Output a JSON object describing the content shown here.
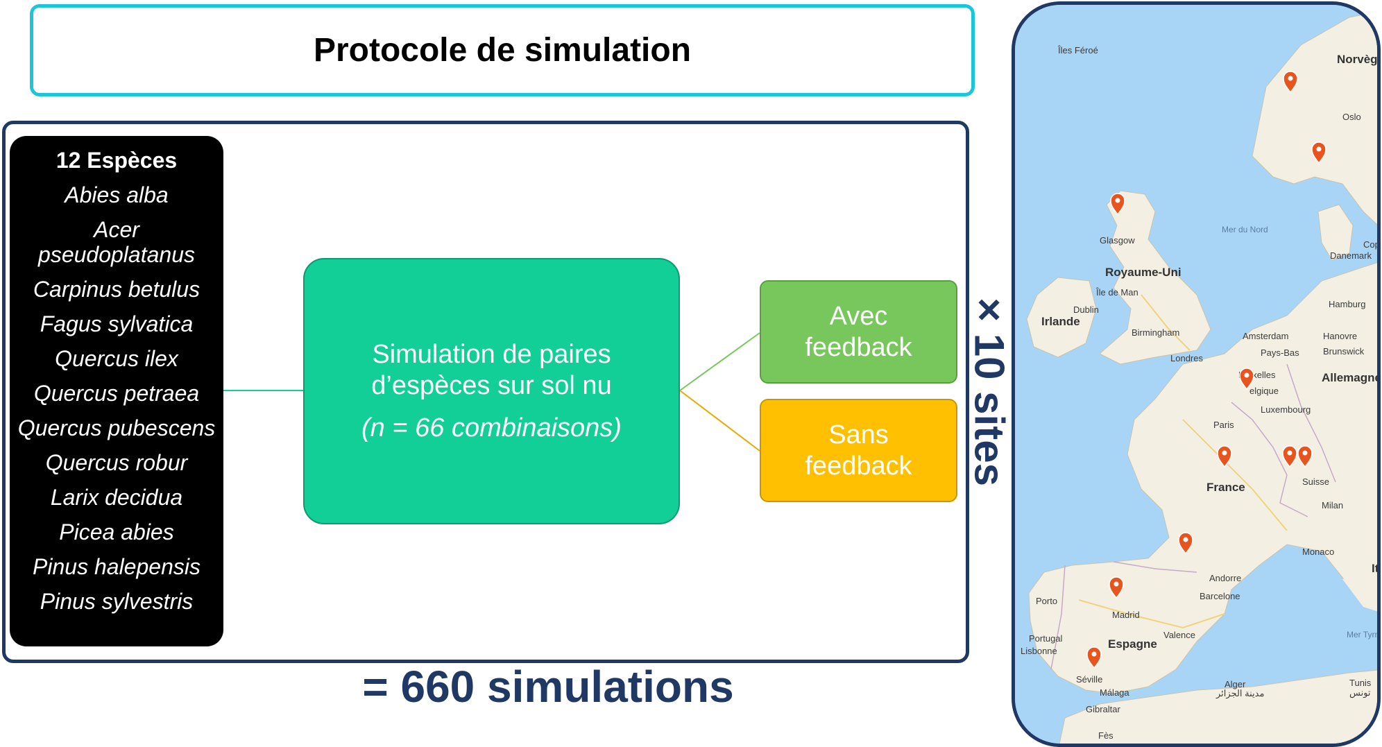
{
  "title": "Protocole de simulation",
  "species": {
    "header": "12 Espèces",
    "items": [
      "Abies alba",
      "Acer pseudoplatanus",
      "Carpinus betulus",
      "Fagus sylvatica",
      "Quercus ilex",
      "Quercus petraea",
      "Quercus pubescens",
      "Quercus robur",
      "Larix decidua",
      "Picea abies",
      "Pinus halepensis",
      "Pinus sylvestris"
    ]
  },
  "simulation": {
    "line1": "Simulation de paires d’espèces sur sol nu",
    "line2": "(n = 66 combinaisons)"
  },
  "options": {
    "avec": "Avec feedback",
    "sans": "Sans feedback"
  },
  "multiplier": "× 10 sites",
  "total": "= 660 simulations",
  "map": {
    "labels": {
      "iles_feroe": "Îles Féroé",
      "norvege": "Norvège",
      "oslo": "Oslo",
      "glasgow": "Glasgow",
      "mer_du_nord": "Mer du Nord",
      "cope": "Cope",
      "danemark": "Danemark",
      "royaume_uni": "Royaume-Uni",
      "ile_de_man": "Île de Man",
      "dublin": "Dublin",
      "irlande": "Irlande",
      "hamburg": "Hamburg",
      "birmingham": "Birmingham",
      "amsterdam": "Amsterdam",
      "hanovre": "Hanovre",
      "pays_bas": "Pays-Bas",
      "brunswick": "Brunswick",
      "londres": "Londres",
      "bruxelles": "Bruxelles",
      "belgique": "elgique",
      "allemagne": "Allemagne",
      "luxembourg": "Luxembourg",
      "paris": "Paris",
      "france": "France",
      "suisse": "Suisse",
      "milan": "Milan",
      "monaco": "Monaco",
      "andorre": "Andorre",
      "it": "It",
      "barcelone": "Barcelone",
      "porto": "Porto",
      "madrid": "Madrid",
      "portugal": "Portugal",
      "espagne": "Espagne",
      "valence": "Valence",
      "lisbonne": "Lisbonne",
      "mer_tyrrhenienne": "Mer Tyrrhénien",
      "seville": "Séville",
      "malaga": "Málaga",
      "alger": "Alger",
      "alger_ar": "مدينة الجزائر",
      "tunis": "Tunis",
      "tunis_ar": "تونس",
      "gibraltar": "Gibraltar",
      "fes": "Fès"
    },
    "marker_color": "#e8541e"
  }
}
